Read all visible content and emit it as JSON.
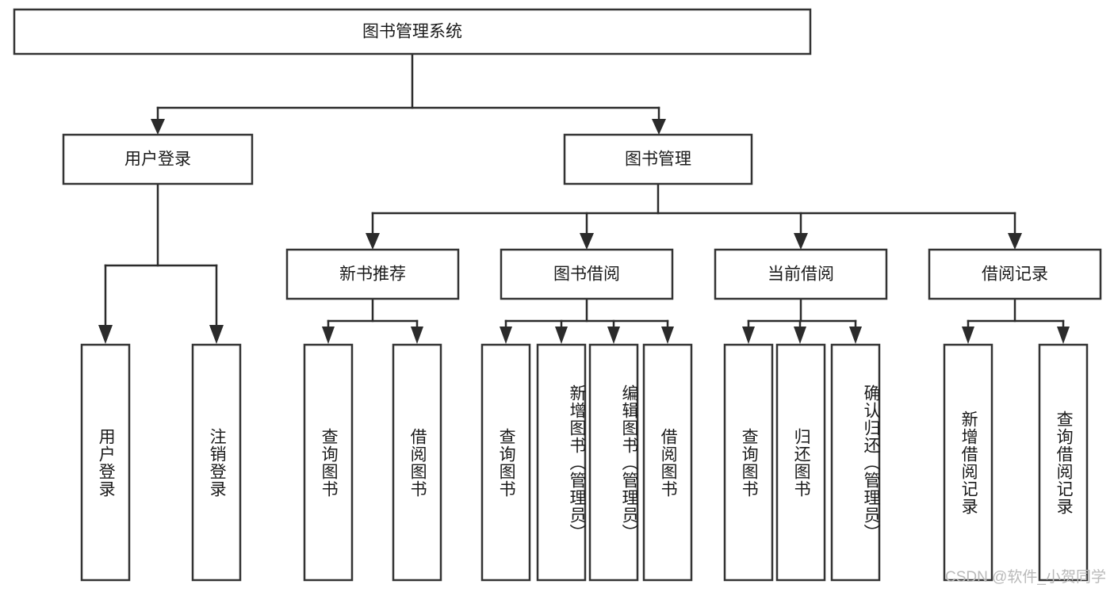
{
  "diagram": {
    "title": "图书管理系统",
    "type": "hierarchy-tree",
    "orientation": "top-down",
    "levels": 4,
    "root": {
      "id": "root",
      "label": "图书管理系统",
      "text_orientation": "horizontal"
    },
    "level2": [
      {
        "id": "user-login",
        "label": "用户登录",
        "text_orientation": "horizontal"
      },
      {
        "id": "book-management",
        "label": "图书管理",
        "text_orientation": "horizontal"
      }
    ],
    "level3": [
      {
        "id": "new-book-recommend",
        "label": "新书推荐",
        "text_orientation": "horizontal",
        "parent": "book-management"
      },
      {
        "id": "book-borrow",
        "label": "图书借阅",
        "text_orientation": "horizontal",
        "parent": "book-management"
      },
      {
        "id": "current-borrow",
        "label": "当前借阅",
        "text_orientation": "horizontal",
        "parent": "book-management"
      },
      {
        "id": "borrow-record",
        "label": "借阅记录",
        "text_orientation": "horizontal",
        "parent": "book-management"
      }
    ],
    "leaves": [
      {
        "id": "leaf-user-login",
        "label": "用户登录",
        "parent": "user-login",
        "text_orientation": "vertical"
      },
      {
        "id": "leaf-logout-login",
        "label": "注销登录",
        "parent": "user-login",
        "text_orientation": "vertical"
      },
      {
        "id": "leaf-query-book-1",
        "label": "查询图书",
        "parent": "new-book-recommend",
        "text_orientation": "vertical"
      },
      {
        "id": "leaf-borrow-book-1",
        "label": "借阅图书",
        "parent": "new-book-recommend",
        "text_orientation": "vertical"
      },
      {
        "id": "leaf-query-book-2",
        "label": "查询图书",
        "parent": "book-borrow",
        "text_orientation": "vertical"
      },
      {
        "id": "leaf-add-book",
        "label": "新增图书（管理员）",
        "parent": "book-borrow",
        "text_orientation": "vertical"
      },
      {
        "id": "leaf-edit-book",
        "label": "编辑图书（管理员）",
        "parent": "book-borrow",
        "text_orientation": "vertical"
      },
      {
        "id": "leaf-borrow-book-2",
        "label": "借阅图书",
        "parent": "book-borrow",
        "text_orientation": "vertical"
      },
      {
        "id": "leaf-query-book-3",
        "label": "查询图书",
        "parent": "current-borrow",
        "text_orientation": "vertical"
      },
      {
        "id": "leaf-return-book",
        "label": "归还图书",
        "parent": "current-borrow",
        "text_orientation": "vertical"
      },
      {
        "id": "leaf-confirm-return",
        "label": "确认归还（管理员）",
        "parent": "current-borrow",
        "text_orientation": "vertical"
      },
      {
        "id": "leaf-add-borrow-record",
        "label": "新增借阅记录",
        "parent": "borrow-record",
        "text_orientation": "vertical"
      },
      {
        "id": "leaf-query-borrow-record",
        "label": "查询借阅记录",
        "parent": "borrow-record",
        "text_orientation": "vertical"
      }
    ]
  },
  "watermark": {
    "text": "CSDN @软件_小贺同学"
  },
  "colors": {
    "box_stroke": "#333333",
    "box_fill": "#ffffff",
    "connector": "#2b2b2b",
    "text": "#1a1a1a",
    "watermark": "#b9b9b9",
    "background": "#ffffff"
  }
}
